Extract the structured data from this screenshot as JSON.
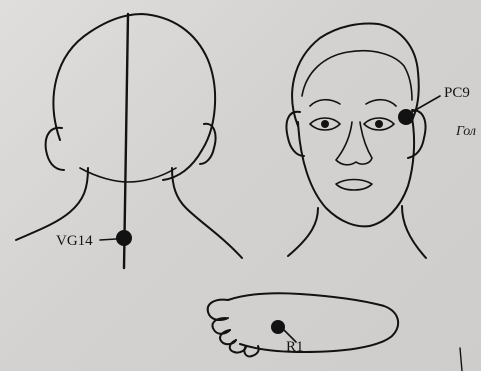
{
  "figure": {
    "points": [
      {
        "id": "vg14",
        "label": "VG14"
      },
      {
        "id": "pc9",
        "label": "PC9"
      },
      {
        "id": "r1",
        "label": "R1"
      }
    ],
    "cropped_caption": "Гол"
  }
}
